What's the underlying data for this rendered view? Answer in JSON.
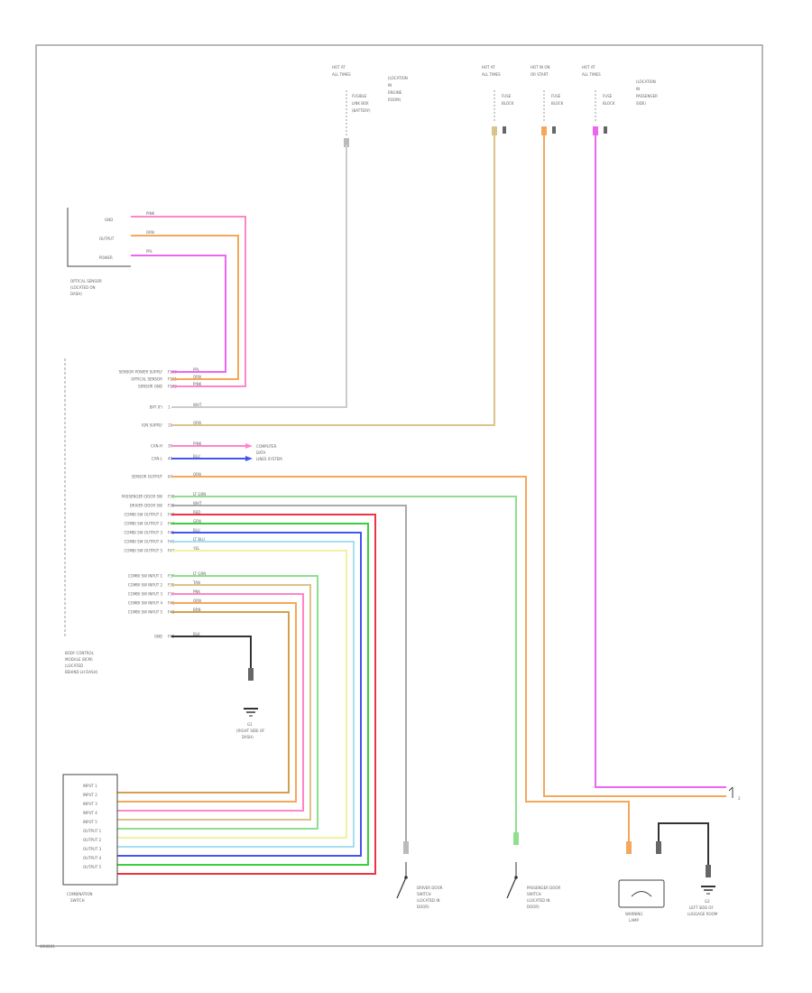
{
  "diagram_id": "W00001",
  "top_feeds": [
    {
      "line1": "HOT AT",
      "line2": "ALL TIMES",
      "note_lines": [
        "FUSIBLE",
        "LINK BOX",
        "(BATTERY)"
      ],
      "desc_lines": [
        "(LOCATION",
        "IN",
        "ENGINE",
        "ROOM)"
      ]
    },
    {
      "line1": "HOT AT",
      "line2": "ALL TIMES",
      "note_lines": [
        "FUSE",
        "BLOCK"
      ],
      "desc_lines": []
    },
    {
      "line1": "HOT IN ON",
      "line2": "OR START",
      "note_lines": [
        "FUSE",
        "BLOCK"
      ],
      "desc_lines": []
    },
    {
      "line1": "HOT AT",
      "line2": "ALL TIMES",
      "note_lines": [
        "FUSE",
        "BLOCK"
      ],
      "desc_lines": [
        "(LOCATION",
        "IN",
        "PASSENGER",
        "SIDE)"
      ]
    }
  ],
  "optical_sensor": {
    "pins": [
      "GND",
      "OUTPUT",
      "POWER"
    ],
    "wires": [
      "PINK",
      "ORN",
      "PPL"
    ],
    "label_lines": [
      "OPTICAL SENSOR",
      "(LOCATED ON",
      "DASH)"
    ]
  },
  "bcm": {
    "label_lines": [
      "BODY CONTROL",
      "MODULE (BCM)",
      "(LOCATED",
      "BEHIND LH DASH)"
    ],
    "rows": [
      {
        "label": "SENSOR POWER SUPPLY",
        "pin": "F100",
        "wire": "PPL"
      },
      {
        "label": "OPTICAL SENSOR",
        "pin": "F101",
        "wire": "ORN"
      },
      {
        "label": "SENSOR GND",
        "pin": "F102",
        "wire": "PINK"
      },
      {
        "label": "BAT (F)",
        "pin": "1",
        "wire": "WHT"
      },
      {
        "label": "IGN SUPPLY",
        "pin": "11",
        "wire": "ORN"
      },
      {
        "label": "CAN-H",
        "pin": "39",
        "wire": "PINK"
      },
      {
        "label": "CAN-L",
        "pin": "40",
        "wire": "BLU"
      },
      {
        "label": "SENSOR OUTPUT",
        "pin": "67",
        "wire": "ORN"
      },
      {
        "label": "PASSENGER DOOR SW",
        "pin": "F38",
        "wire": "LT GRN"
      },
      {
        "label": "DRIVER DOOR SW",
        "pin": "F39",
        "wire": "WHT"
      },
      {
        "label": "COMBI SW OUTPUT 1",
        "pin": "F40",
        "wire": "RED"
      },
      {
        "label": "COMBI SW OUTPUT 2",
        "pin": "F44",
        "wire": "GRN"
      },
      {
        "label": "COMBI SW OUTPUT 3",
        "pin": "F45",
        "wire": "BLU"
      },
      {
        "label": "COMBI SW OUTPUT 4",
        "pin": "F46",
        "wire": "LT BLU"
      },
      {
        "label": "COMBI SW OUTPUT 5",
        "pin": "F47",
        "wire": "YEL"
      },
      {
        "label": "COMBI SW INPUT 1",
        "pin": "F37",
        "wire": "LT GRN"
      },
      {
        "label": "COMBI SW INPUT 2",
        "pin": "F35",
        "wire": "TAN"
      },
      {
        "label": "COMBI SW INPUT 3",
        "pin": "F36",
        "wire": "PNK"
      },
      {
        "label": "COMBI SW INPUT 4",
        "pin": "F41",
        "wire": "ORN"
      },
      {
        "label": "COMBI SW INPUT 5",
        "pin": "F42",
        "wire": "BRN"
      },
      {
        "label": "GND",
        "pin": "F48",
        "wire": "BLK"
      }
    ]
  },
  "can_note_lines": [
    "COMPUTER",
    "DATA",
    "LINES SYSTEM"
  ],
  "ground_label_lines": [
    "G1",
    "(RIGHT SIDE OF",
    "DASH)"
  ],
  "combination_switch": {
    "label_lines": [
      "COMBINATION",
      "SWITCH"
    ],
    "pins": [
      "INPUT 1",
      "INPUT 2",
      "INPUT 3",
      "INPUT 4",
      "INPUT 5",
      "OUTPUT 1",
      "OUTPUT 2",
      "OUTPUT 3",
      "OUTPUT 4",
      "OUTPUT 5"
    ]
  },
  "driver_door_switch_lines": [
    "DRIVER DOOR",
    "SWITCH",
    "(LOCATED IN",
    "DOOR)"
  ],
  "passenger_door_switch_lines": [
    "PASSENGER DOOR",
    "SWITCH",
    "(LOCATED IN",
    "DOOR)"
  ],
  "warning_lamp_lines": [
    "WARNING",
    "LAMP"
  ],
  "lamp_ground_lines": [
    "G2",
    "LEFT SIDE OF",
    "LUGGAGE ROOM"
  ],
  "continues_label": "2",
  "colors": {
    "pink": "#ff86c8",
    "orange": "#f5a85a",
    "purple": "#ee66ee",
    "tan": "#d9c48a",
    "white_wire": "#cccccc",
    "ltgreen": "#8ee08e",
    "red": "#ee3344",
    "green": "#3ccf3c",
    "blue": "#4455ee",
    "ltblue": "#a8dff0",
    "yellow": "#f2f2a0",
    "brown": "#d4a050",
    "black_wire": "#333333",
    "gray_wire": "#aaaaaa"
  }
}
